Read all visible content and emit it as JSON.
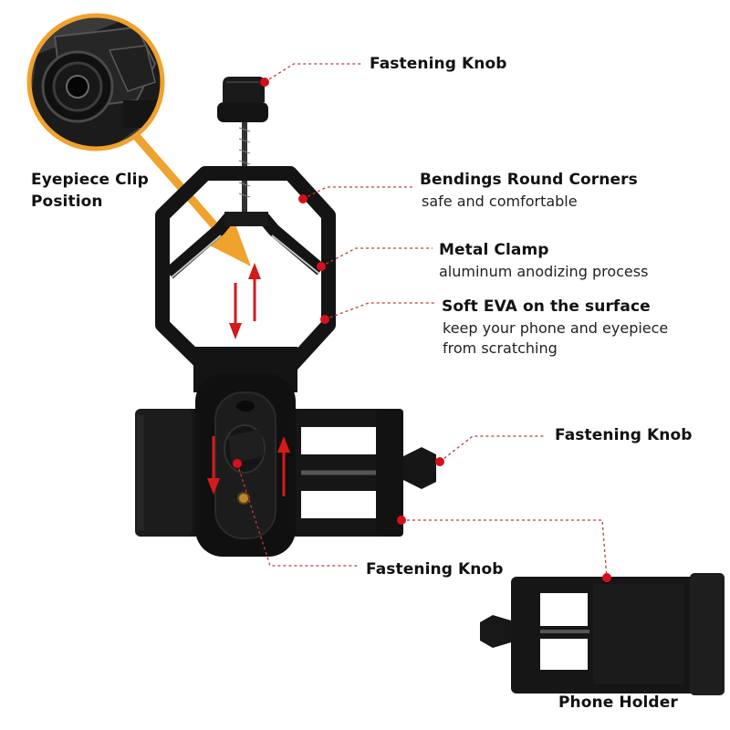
{
  "callouts": {
    "top_knob": "Fastening Knob",
    "round_corners_title": "Bendings Round Corners",
    "round_corners_sub": "safe and comfortable",
    "metal_clamp_title": "Metal Clamp",
    "metal_clamp_sub": "aluminum anodizing process",
    "soft_eva_title": "Soft EVA on the surface",
    "soft_eva_sub_1": "keep your phone and eyepiece",
    "soft_eva_sub_2": "from scratching",
    "side_knob": "Fastening Knob",
    "bottom_knob": "Fastening Knob",
    "phone_holder": "Phone Holder",
    "eyepiece_1": "Eyepiece Clip",
    "eyepiece_2": "Position"
  },
  "colors": {
    "accent_dot": "#d4101c",
    "leader_line": "#c23a3a",
    "inset_ring": "#f0a22e",
    "arrow_red": "#d41a1a",
    "plastic": "#141414"
  },
  "icons": [
    "callout-dot",
    "eyepiece-inset",
    "adjust-arrow",
    "pointer-arrow"
  ]
}
